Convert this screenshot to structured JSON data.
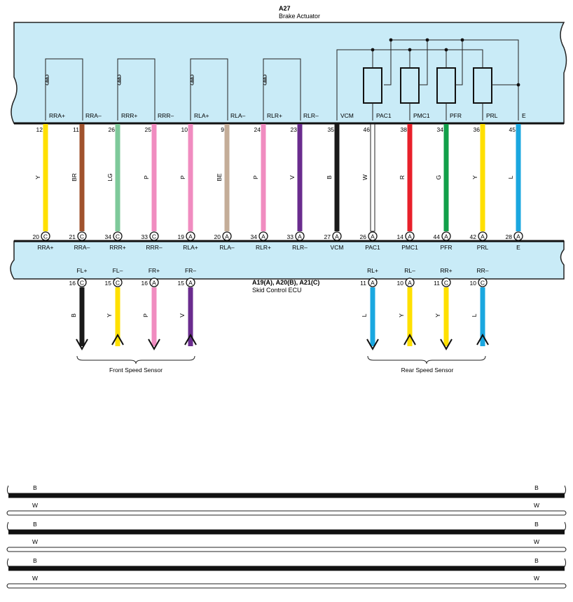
{
  "actuator": {
    "code": "A27",
    "name": "Brake Actuator"
  },
  "ecu": {
    "code": "A19(A), A20(B), A21(C)",
    "name": "Skid Control ECU"
  },
  "colors": {
    "Y": "#ffe000",
    "BR": "#a0522d",
    "LG": "#7ec99a",
    "P": "#f08cc0",
    "BE": "#c4ad98",
    "V": "#6a2c8e",
    "B": "#1a1a1a",
    "W": "#ffffff",
    "R": "#e8202a",
    "G": "#12a04a",
    "L": "#1aa7e0",
    "panel": "#c9ebf7",
    "panel_border": "#222222"
  },
  "wires": [
    {
      "a27_label": "RRA+",
      "a27_pin": "12",
      "color": "Y",
      "ecu_pin": "20",
      "ecu_conn": "C",
      "ecu_label": "RRA+"
    },
    {
      "a27_label": "RRA–",
      "a27_pin": "11",
      "color": "BR",
      "ecu_pin": "21",
      "ecu_conn": "C",
      "ecu_label": "RRA–"
    },
    {
      "a27_label": "RRR+",
      "a27_pin": "26",
      "color": "LG",
      "ecu_pin": "34",
      "ecu_conn": "C",
      "ecu_label": "RRR+"
    },
    {
      "a27_label": "RRR–",
      "a27_pin": "25",
      "color": "P",
      "ecu_pin": "33",
      "ecu_conn": "C",
      "ecu_label": "RRR–"
    },
    {
      "a27_label": "RLA+",
      "a27_pin": "10",
      "color": "P",
      "ecu_pin": "19",
      "ecu_conn": "A",
      "ecu_label": "RLA+"
    },
    {
      "a27_label": "RLA–",
      "a27_pin": "9",
      "color": "BE",
      "ecu_pin": "20",
      "ecu_conn": "A",
      "ecu_label": "RLA–"
    },
    {
      "a27_label": "RLR+",
      "a27_pin": "24",
      "color": "P",
      "ecu_pin": "34",
      "ecu_conn": "A",
      "ecu_label": "RLR+"
    },
    {
      "a27_label": "RLR–",
      "a27_pin": "23",
      "color": "V",
      "ecu_pin": "33",
      "ecu_conn": "A",
      "ecu_label": "RLR–"
    },
    {
      "a27_label": "VCM",
      "a27_pin": "35",
      "color": "B",
      "ecu_pin": "27",
      "ecu_conn": "A",
      "ecu_label": "VCM"
    },
    {
      "a27_label": "PAC1",
      "a27_pin": "46",
      "color": "W",
      "ecu_pin": "26",
      "ecu_conn": "A",
      "ecu_label": "PAC1"
    },
    {
      "a27_label": "PMC1",
      "a27_pin": "38",
      "color": "R",
      "ecu_pin": "14",
      "ecu_conn": "A",
      "ecu_label": "PMC1"
    },
    {
      "a27_label": "PFR",
      "a27_pin": "34",
      "color": "G",
      "ecu_pin": "44",
      "ecu_conn": "A",
      "ecu_label": "PFR"
    },
    {
      "a27_label": "PRL",
      "a27_pin": "36",
      "color": "Y",
      "ecu_pin": "42",
      "ecu_conn": "A",
      "ecu_label": "PRL"
    },
    {
      "a27_label": "E",
      "a27_pin": "45",
      "color": "L",
      "ecu_pin": "28",
      "ecu_conn": "A",
      "ecu_label": "E"
    }
  ],
  "sensors": [
    {
      "label": "FL+",
      "pin": "16",
      "conn": "C",
      "color": "B",
      "dir": "out"
    },
    {
      "label": "FL–",
      "pin": "15",
      "conn": "C",
      "color": "Y",
      "dir": "in"
    },
    {
      "label": "FR+",
      "pin": "16",
      "conn": "A",
      "color": "P",
      "dir": "out"
    },
    {
      "label": "FR–",
      "pin": "15",
      "conn": "A",
      "color": "V",
      "dir": "in"
    },
    {
      "label": "RL+",
      "pin": "11",
      "conn": "A",
      "color": "L",
      "dir": "out"
    },
    {
      "label": "RL–",
      "pin": "10",
      "conn": "A",
      "color": "Y",
      "dir": "in"
    },
    {
      "label": "RR+",
      "pin": "11",
      "conn": "C",
      "color": "Y",
      "dir": "out"
    },
    {
      "label": "RR–",
      "pin": "10",
      "conn": "C",
      "color": "L",
      "dir": "in"
    }
  ],
  "sensor_groups": {
    "front": "Front Speed Sensor",
    "rear": "Rear Speed Sensor"
  },
  "cable_rows": [
    {
      "top": "B",
      "bottom": "W"
    },
    {
      "top": "B",
      "bottom": "W"
    },
    {
      "top": "B",
      "bottom": "W"
    }
  ]
}
